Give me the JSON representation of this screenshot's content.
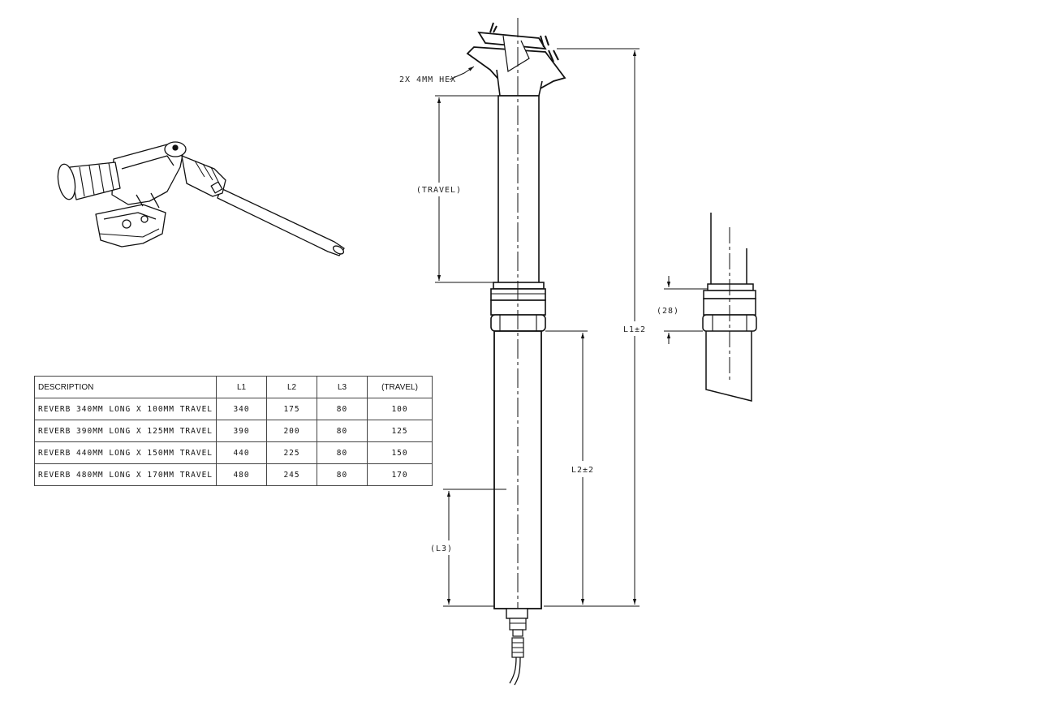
{
  "callouts": {
    "hex": "2X 4MM HEX",
    "travel": "(TRAVEL)",
    "l1": "L1±2",
    "l2": "L2±2",
    "l3": "(L3)",
    "collar": "(28)"
  },
  "spec_table": {
    "headers": [
      "DESCRIPTION",
      "L1",
      "L2",
      "L3",
      "(TRAVEL)"
    ],
    "rows": [
      [
        "REVERB 340MM LONG X 100MM TRAVEL",
        "340",
        "175",
        "80",
        "100"
      ],
      [
        "REVERB 390MM LONG X 125MM TRAVEL",
        "390",
        "200",
        "80",
        "125"
      ],
      [
        "REVERB 440MM LONG X 150MM TRAVEL",
        "440",
        "225",
        "80",
        "150"
      ],
      [
        "REVERB 480MM LONG X 170MM TRAVEL",
        "480",
        "245",
        "80",
        "170"
      ]
    ]
  }
}
